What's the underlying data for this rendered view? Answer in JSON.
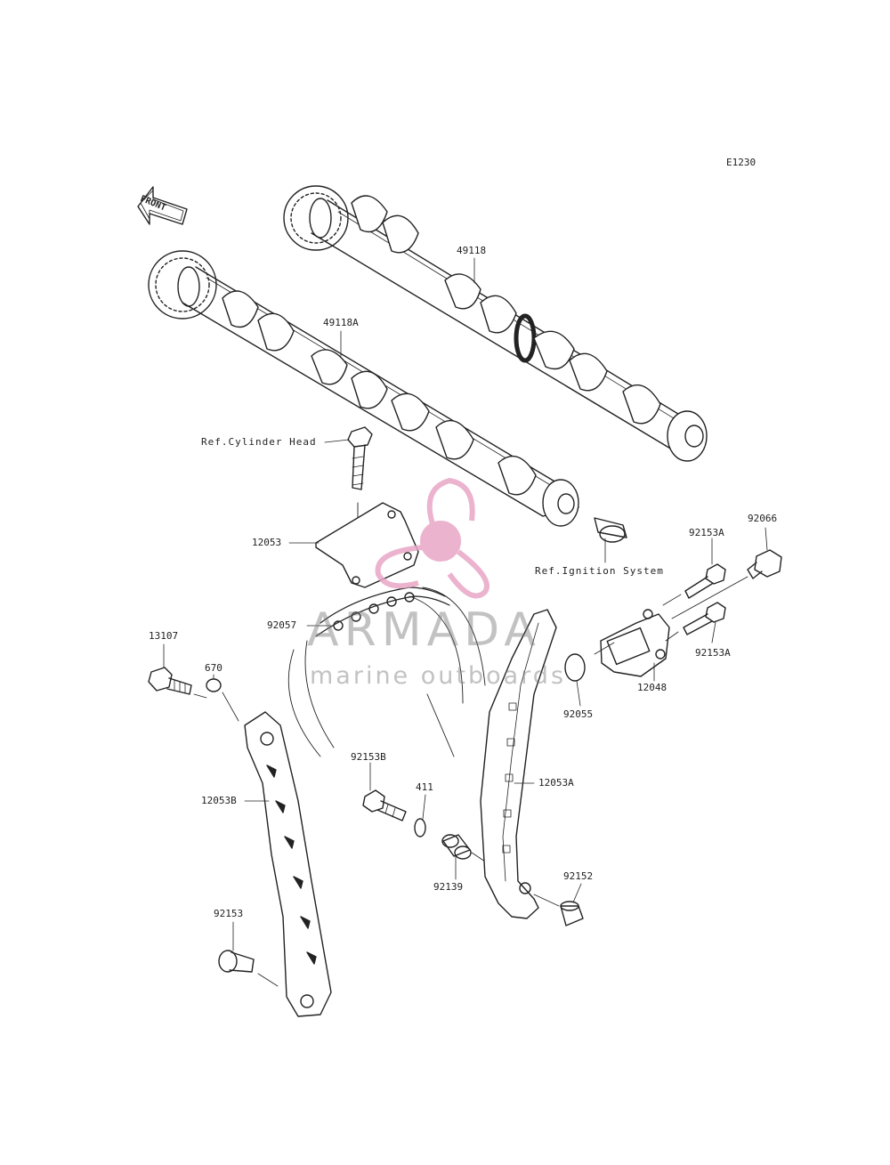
{
  "diagram_code": "E1230",
  "front_label": "FRONT",
  "watermark": {
    "title": "ARMADA",
    "subtitle": "marine outboards",
    "logo_color": "#e8a6c6"
  },
  "references": {
    "cylinder_head": "Ref.Cylinder Head",
    "ignition_system": "Ref.Ignition System"
  },
  "parts": {
    "p49118": "49118",
    "p49118A": "49118A",
    "p12053": "12053",
    "p92057": "92057",
    "p13107": "13107",
    "p670": "670",
    "p12053B": "12053B",
    "p92153": "92153",
    "p92153B": "92153B",
    "p411": "411",
    "p92139": "92139",
    "p12053A": "12053A",
    "p92152": "92152",
    "p92055": "92055",
    "p12048": "12048",
    "p92153A_top": "92153A",
    "p92153A_bottom": "92153A",
    "p92066": "92066"
  }
}
